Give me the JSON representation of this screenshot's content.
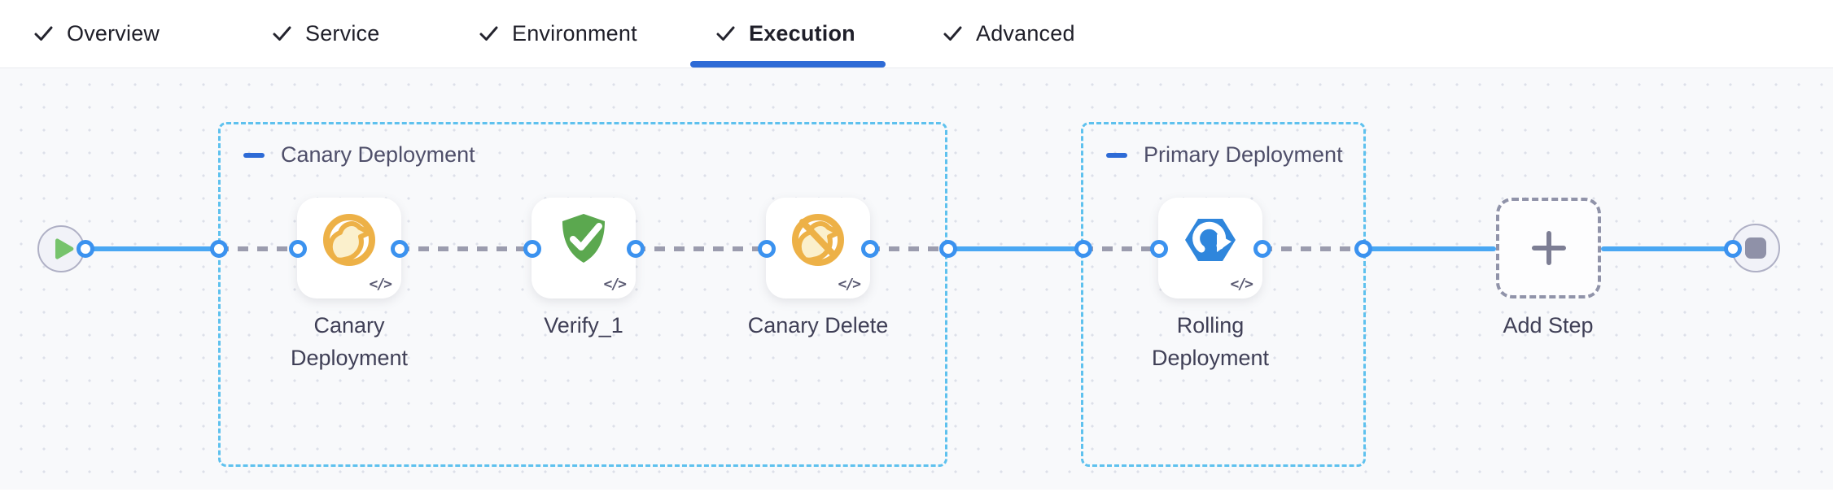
{
  "tab_bar": {
    "tabs": [
      {
        "label": "Overview",
        "completed": true,
        "active": false
      },
      {
        "label": "Service",
        "completed": true,
        "active": false
      },
      {
        "label": "Environment",
        "completed": true,
        "active": false
      },
      {
        "label": "Execution",
        "completed": true,
        "active": true
      },
      {
        "label": "Advanced",
        "completed": true,
        "active": false
      }
    ]
  },
  "pipeline": {
    "groups": [
      {
        "label": "Canary Deployment",
        "steps": [
          {
            "name": "Canary Deployment",
            "icon": "canary-icon"
          },
          {
            "name": "Verify_1",
            "icon": "shield-check-icon"
          },
          {
            "name": "Canary Delete",
            "icon": "canary-delete-icon"
          }
        ]
      },
      {
        "label": "Primary Deployment",
        "steps": [
          {
            "name": "Rolling Deployment",
            "icon": "rolling-update-icon"
          }
        ]
      }
    ],
    "add_step": {
      "label": "Add Step"
    },
    "code_badge": "</>",
    "start_node": "play",
    "end_node": "stop"
  },
  "colors": {
    "active_tab_underline": "#2e6bd6",
    "flow_line_blue": "#49a7f3",
    "dashed_line_gray": "#9b9cae",
    "group_border_blue": "#5ec1ee",
    "port_blue": "#3b92ef",
    "canary_amber": "#edb147",
    "verify_green": "#5ba84f",
    "rolling_blue": "#2f86dc",
    "play_green": "#76c36c"
  }
}
